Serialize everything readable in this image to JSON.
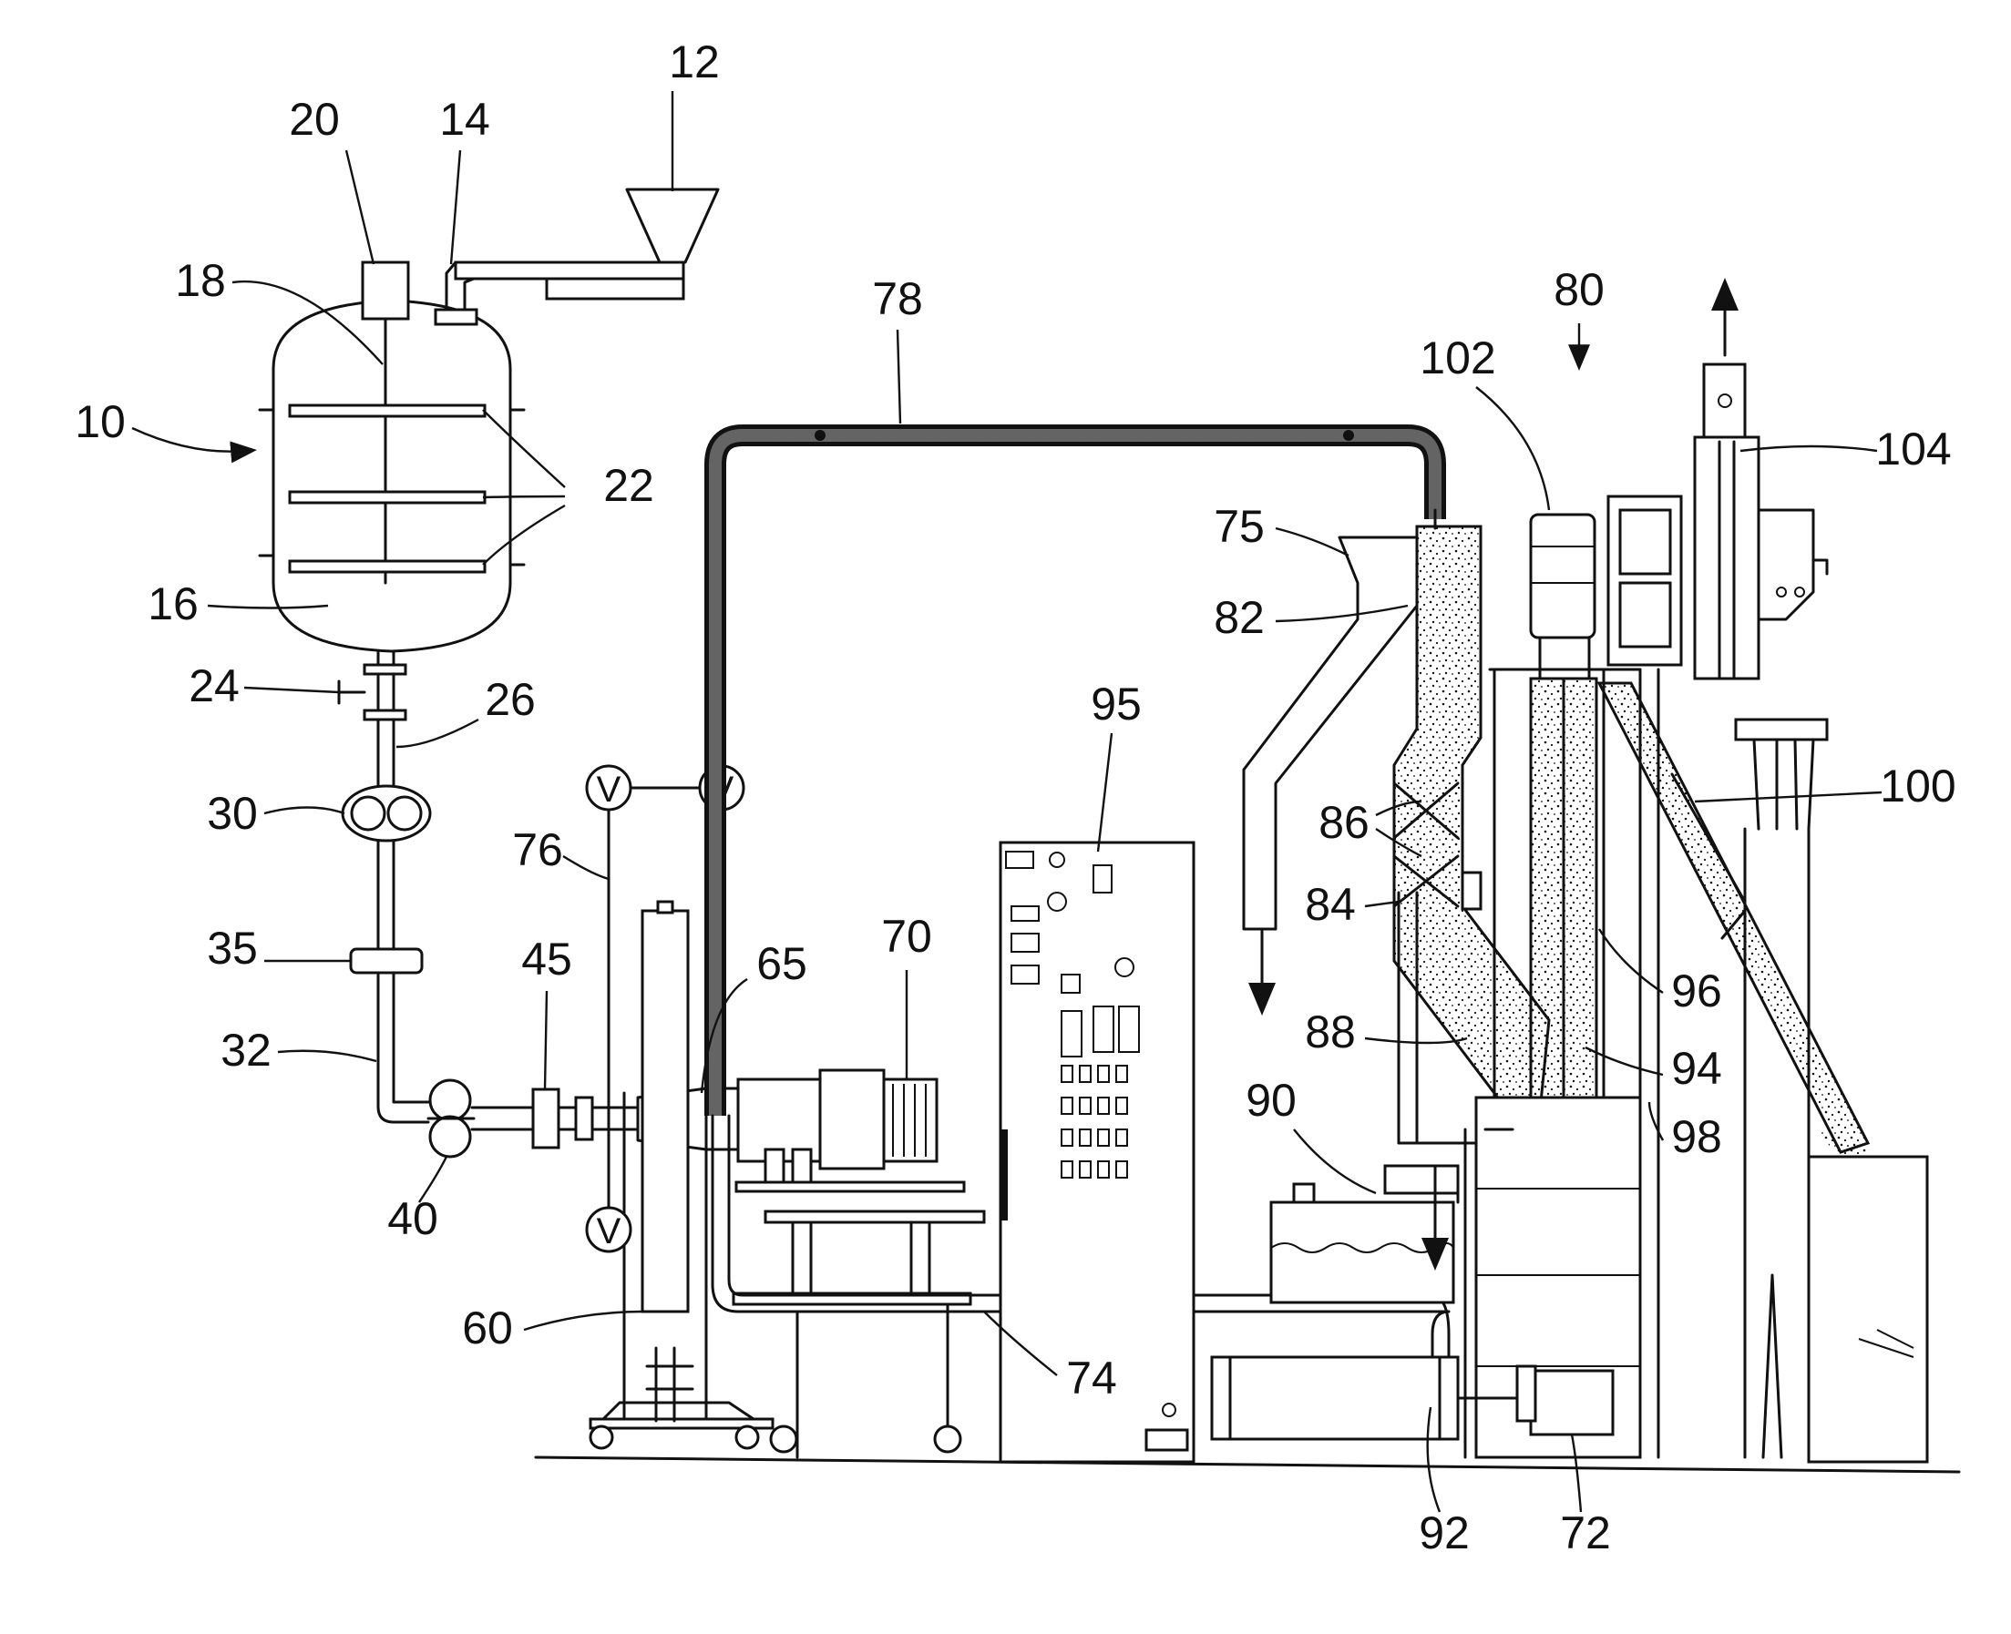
{
  "valve_glyph": "V",
  "labels": {
    "l10": "10",
    "l12": "12",
    "l14": "14",
    "l16": "16",
    "l18": "18",
    "l20": "20",
    "l22": "22",
    "l24": "24",
    "l26": "26",
    "l30": "30",
    "l32": "32",
    "l35": "35",
    "l40": "40",
    "l45": "45",
    "l60": "60",
    "l65": "65",
    "l70": "70",
    "l72": "72",
    "l74": "74",
    "l75": "75",
    "l76": "76",
    "l78": "78",
    "l80": "80",
    "l82": "82",
    "l84": "84",
    "l86": "86",
    "l88": "88",
    "l90": "90",
    "l92": "92",
    "l94": "94",
    "l95": "95",
    "l96": "96",
    "l98": "98",
    "l100": "100",
    "l102": "102",
    "l104": "104"
  }
}
